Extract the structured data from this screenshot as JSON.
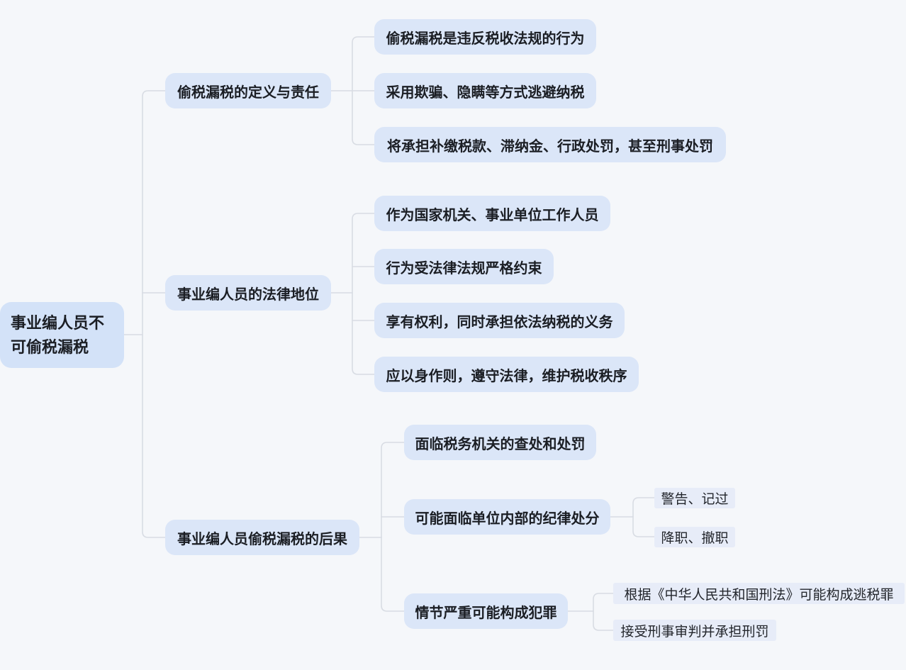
{
  "theme": {
    "canvas_background": "#f5f7fa",
    "root_fill": "#d3e2f8",
    "topic_fill": "#dbe6f8",
    "leaf_fill": "#e7ecf8",
    "connector_color": "#d8dce3",
    "text_color": "#1b1e24"
  },
  "mindmap": {
    "root": {
      "label": "事业编人员不可偷税漏税"
    },
    "branches": [
      {
        "label": "偷税漏税的定义与责任",
        "children": [
          {
            "label": "偷税漏税是违反税收法规的行为"
          },
          {
            "label": "采用欺骗、隐瞒等方式逃避纳税"
          },
          {
            "label": "将承担补缴税款、滞纳金、行政处罚，甚至刑事处罚"
          }
        ]
      },
      {
        "label": "事业编人员的法律地位",
        "children": [
          {
            "label": "作为国家机关、事业单位工作人员"
          },
          {
            "label": "行为受法律法规严格约束"
          },
          {
            "label": "享有权利，同时承担依法纳税的义务"
          },
          {
            "label": "应以身作则，遵守法律，维护税收秩序"
          }
        ]
      },
      {
        "label": "事业编人员偷税漏税的后果",
        "children": [
          {
            "label": "面临税务机关的查处和处罚"
          },
          {
            "label": "可能面临单位内部的纪律处分",
            "children": [
              {
                "label": "警告、记过"
              },
              {
                "label": "降职、撤职"
              }
            ]
          },
          {
            "label": "情节严重可能构成犯罪",
            "children": [
              {
                "label": "根据《中华人民共和国刑法》可能构成逃税罪"
              },
              {
                "label": "接受刑事审判并承担刑罚"
              }
            ]
          }
        ]
      }
    ]
  }
}
